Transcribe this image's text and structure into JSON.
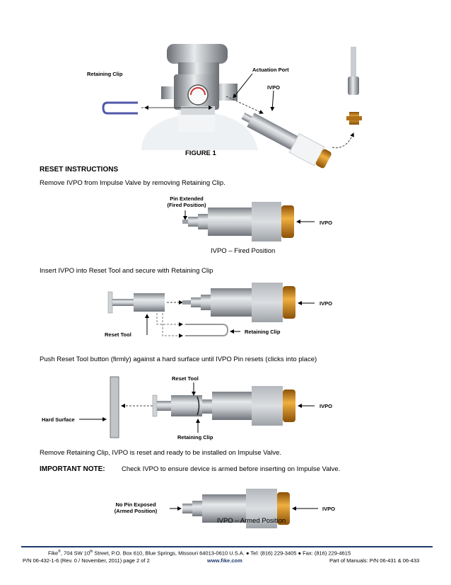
{
  "figure1": {
    "retaining_clip": "Retaining Clip",
    "actuation_port": "Actuation Port",
    "ivpo": "IVPO",
    "caption": "FIGURE 1"
  },
  "reset": {
    "heading": "RESET INSTRUCTIONS",
    "step1": "Remove IVPO from Impulse Valve by removing Retaining Clip.",
    "fired": {
      "pin_label_1": "Pin Extended",
      "pin_label_2": "(Fired Position)",
      "ivpo": "IVPO",
      "caption": "IVPO – Fired Position"
    },
    "step2": "Insert IVPO into Reset Tool and secure with Retaining Clip",
    "insert": {
      "ivpo": "IVPO",
      "reset_tool": "Reset Tool",
      "retaining_clip": "Retaining Clip"
    },
    "step3": "Push Reset Tool button (firmly) against a hard surface until IVPO Pin resets (clicks into place)",
    "push": {
      "reset_tool": "Reset Tool",
      "ivpo": "IVPO",
      "hard_surface": "Hard Surface",
      "retaining_clip": "Retaining Clip"
    },
    "step4": "Remove Retaining Clip, IVPO is reset and ready to be installed on Impulse Valve.",
    "important_label": "IMPORTANT NOTE:",
    "important_text": "Check IVPO to ensure device is armed before inserting on Impulse Valve.",
    "armed": {
      "no_pin_1": "No Pin Exposed",
      "no_pin_2": "(Armed Position)",
      "ivpo": "IVPO",
      "caption": "IVPO – Armed Position"
    }
  },
  "footer": {
    "company": "Fike",
    "company_sup": "®",
    "address_a": ", 704 SW 10",
    "address_sup": "th",
    "address_b": " Street, P.O. Box 610, Blue Springs, Missouri 64013-0610 U.S.A. ● Tel: (816) 229-3405 ● Fax: (816) 229-4615",
    "pn": "P/N 06-432-1-6 (Rev. 0 / November, 2011)   page 2 of 2",
    "web": "www.fike.com",
    "manuals": "Part of Manuals: P/N 06-431 & 06-433"
  },
  "colors": {
    "rule": "#1f3a6e",
    "brass": "#c07a18",
    "steel": "#b8bcc0"
  }
}
